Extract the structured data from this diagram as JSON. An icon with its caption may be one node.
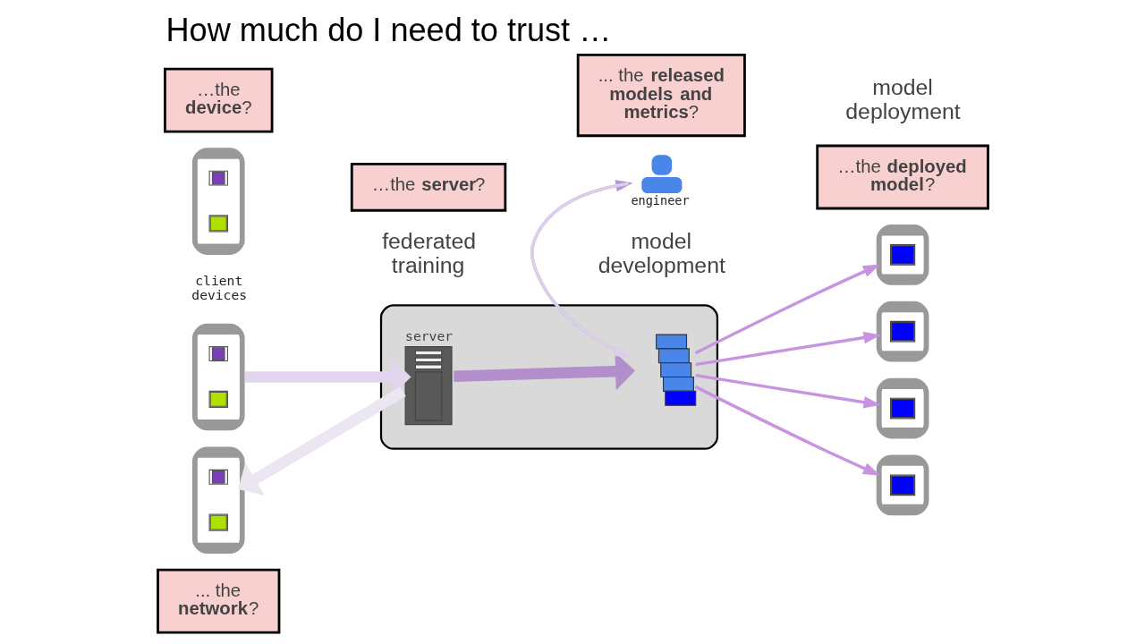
{
  "diagram": {
    "title": "How much do I need to trust …",
    "nodes": [
      {
        "text": [
          "…the **device**?"
        ]
      },
      {
        "text": [],
        "shape": "picture"
      },
      {
        "text": [],
        "shape": "picture"
      },
      {
        "text": [],
        "shape": "picture"
      },
      {
        "text": [
          "…the **server**?"
        ]
      },
      {
        "text": [],
        "shape": "cloud"
      },
      {
        "text": [
          "server"
        ],
        "in": 5
      },
      {
        "text": [],
        "shape": "picture",
        "in": 5
      },
      {
        "text": [
          "... the **released models and metrics**?"
        ]
      },
      {
        "text": [
          "engineer"
        ]
      },
      {
        "text": [],
        "shape": "picture"
      },
      {
        "text": [],
        "shape": "picture"
      },
      {
        "text": [],
        "shape": "picture"
      },
      {
        "text": [],
        "shape": "picture"
      },
      {
        "text": [
          "... the **network**?"
        ]
      },
      {
        "text": [
          "…the **deployed model**?"
        ]
      }
    ],
    "edges": [
      {
        "from": 3,
        "to": 6,
        "arrow": "to",
        "style": "thick",
        "color": "#e2d6ee"
      },
      {
        "from": 6,
        "to": 2,
        "arrow": "to",
        "style": "thick",
        "color": "#ece6f3"
      },
      {
        "from": 6,
        "to": 7,
        "arrow": "to",
        "style": "thick",
        "color": "#b28fcb"
      },
      {
        "from": 7,
        "to": 9,
        "arrow": "to",
        "color": "#b896d0"
      },
      {
        "from": 9,
        "to": 7,
        "arrow": "to",
        "color": "#dcd0e8"
      },
      {
        "from": 7,
        "to": 10,
        "arrow": "to"
      },
      {
        "from": 7,
        "to": 11,
        "arrow": "to"
      },
      {
        "from": 7,
        "to": 12,
        "arrow": "to"
      },
      {
        "from": 7,
        "to": 13,
        "arrow": "to"
      }
    ],
    "labels": [
      "client devices",
      "federated training",
      "model development",
      "model deployment"
    ]
  }
}
